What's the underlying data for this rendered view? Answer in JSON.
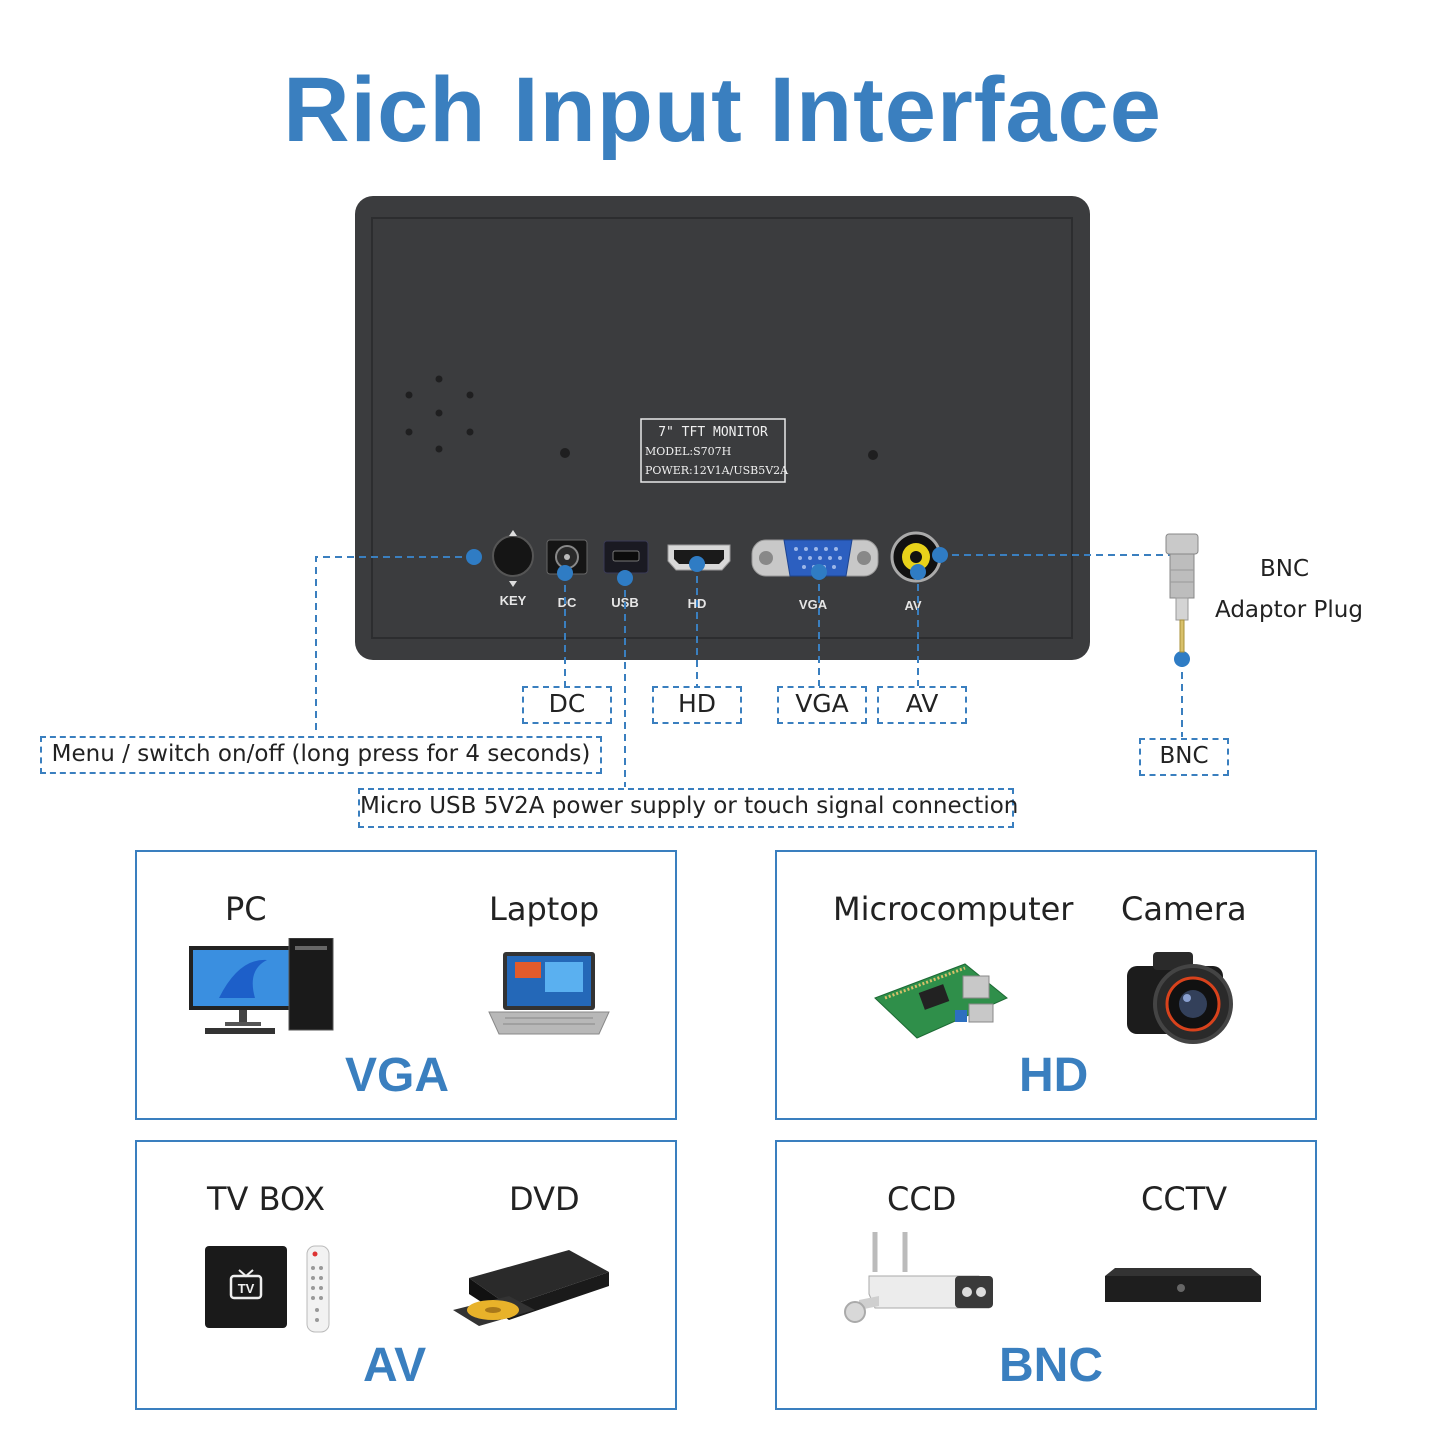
{
  "title": "Rich Input Interface",
  "monitor": {
    "label_line1": "7\" TFT MONITOR",
    "label_line2": "MODEL:S707H",
    "label_line3": "POWER:12V1A/USB5V2A",
    "ports": [
      "KEY",
      "DC",
      "USB",
      "HD",
      "VGA",
      "AV"
    ]
  },
  "callouts": {
    "dc": "DC",
    "hd": "HD",
    "vga": "VGA",
    "av": "AV",
    "menu": "Menu / switch on/off (long press for 4 seconds)",
    "usb": "Micro USB 5V2A power supply or touch signal connection",
    "bnc_adaptor_line1": "BNC",
    "bnc_adaptor_line2": "Adaptor Plug",
    "bnc": "BNC"
  },
  "panels": [
    {
      "devices": [
        "PC",
        "Laptop"
      ],
      "interface": "VGA"
    },
    {
      "devices": [
        "Microcomputer",
        "Camera"
      ],
      "interface": "HD"
    },
    {
      "devices": [
        "TV BOX",
        "DVD"
      ],
      "interface": "AV"
    },
    {
      "devices": [
        "CCD",
        "CCTV"
      ],
      "interface": "BNC"
    }
  ],
  "colors": {
    "accent": "#3a7fbf",
    "monitor_body": "#3b3c3e"
  }
}
